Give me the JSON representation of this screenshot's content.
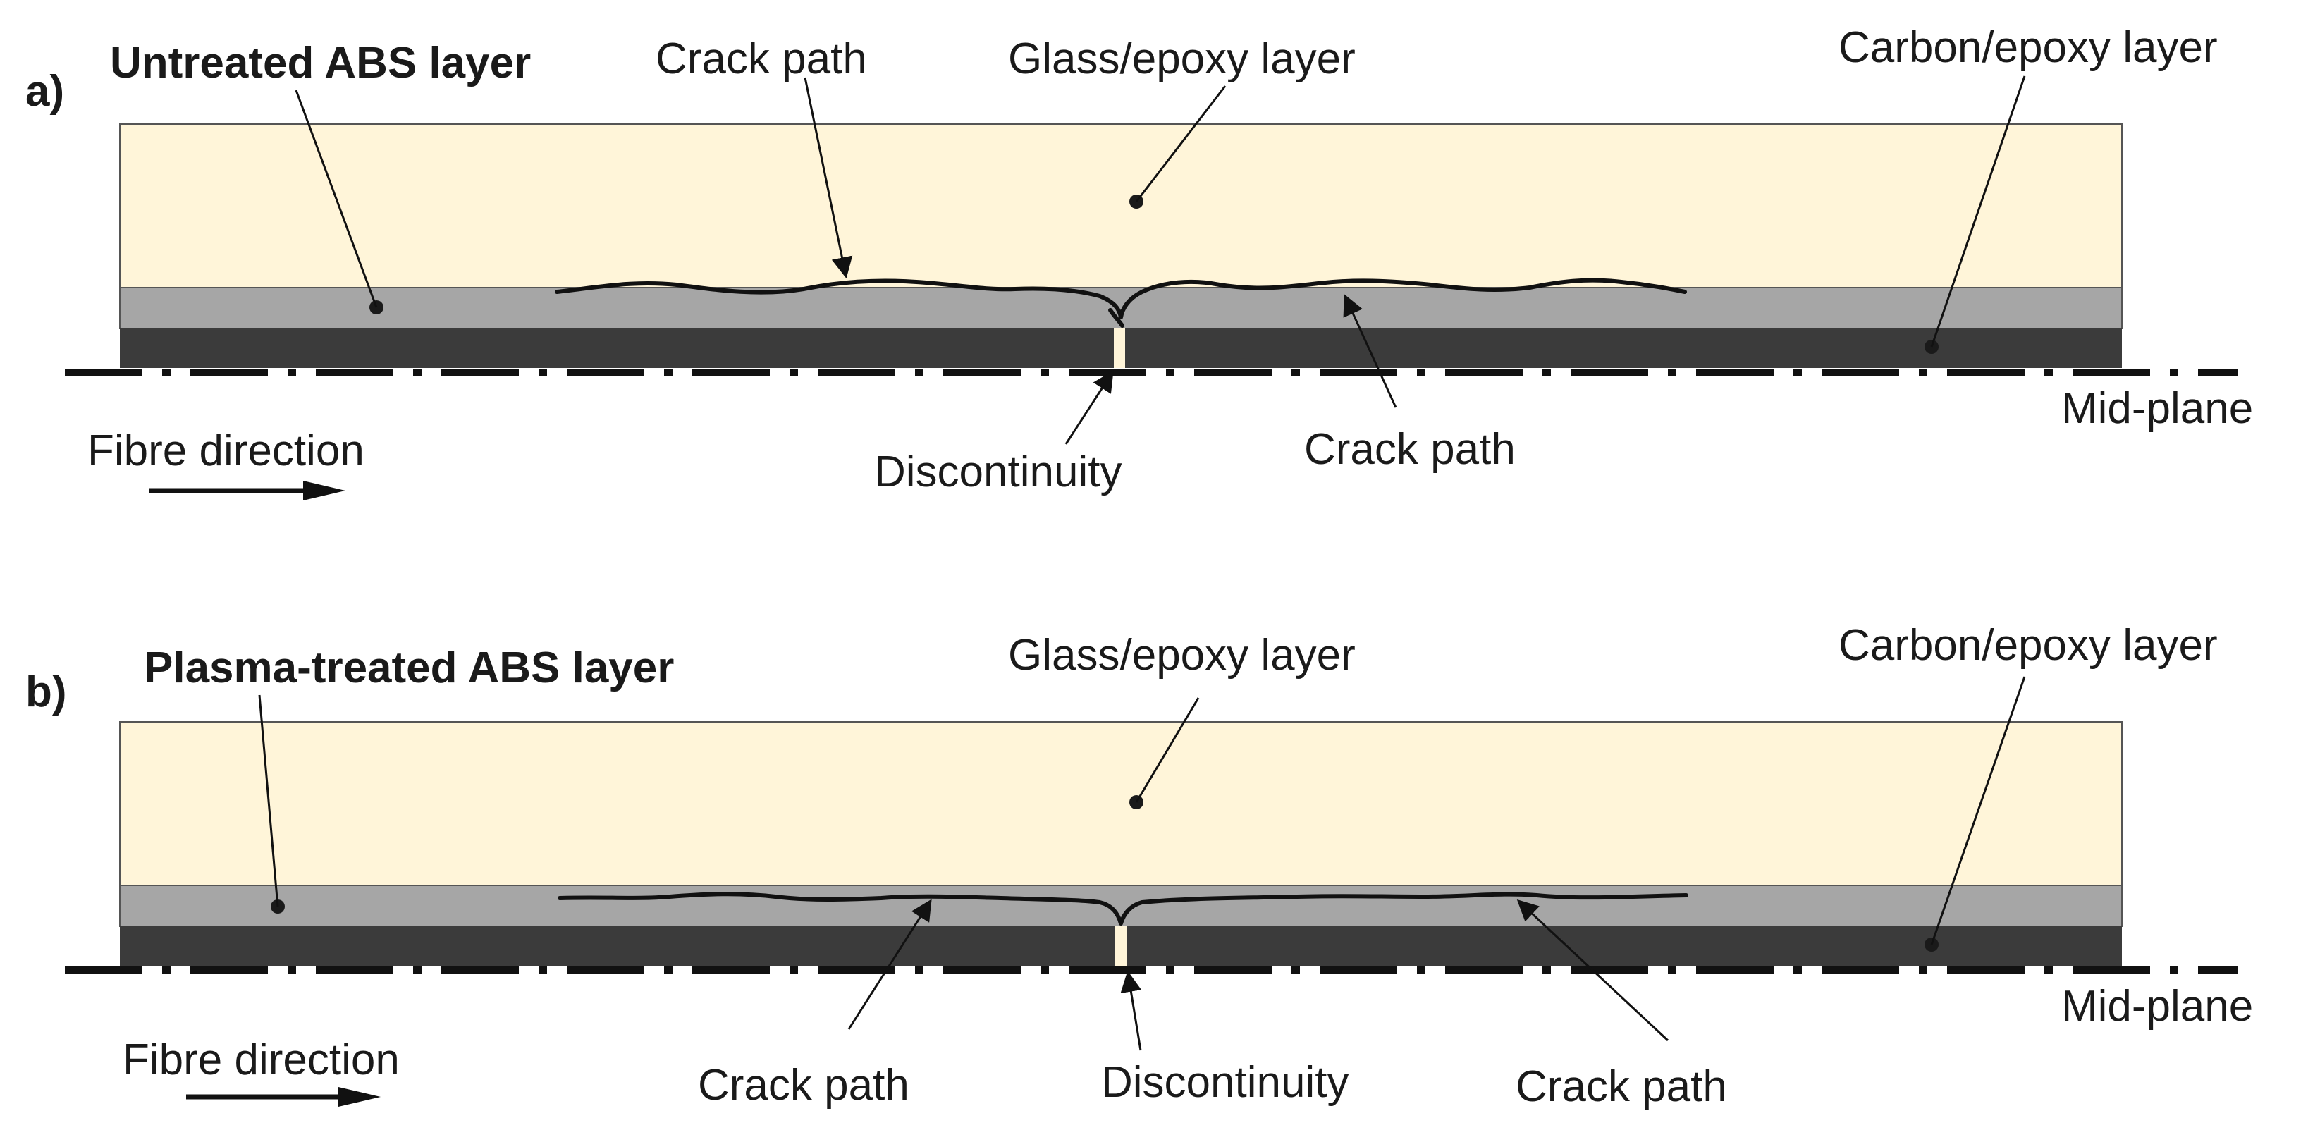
{
  "panel_a": {
    "tag": "a)",
    "abs_label": "Untreated ABS layer",
    "crack_label_top": "Crack path",
    "glass_label": "Glass/epoxy layer",
    "carbon_label": "Carbon/epoxy layer",
    "midplane_label": "Mid-plane",
    "fibre_label": "Fibre direction",
    "discontinuity_label": "Discontinuity",
    "crack_label_bottom": "Crack path"
  },
  "panel_b": {
    "tag": "b)",
    "abs_label": "Plasma-treated ABS layer",
    "glass_label": "Glass/epoxy layer",
    "carbon_label": "Carbon/epoxy layer",
    "midplane_label": "Mid-plane",
    "fibre_label": "Fibre direction",
    "crack_label_left": "Crack path",
    "discontinuity_label": "Discontinuity",
    "crack_label_right": "Crack path"
  },
  "colors": {
    "glass_epoxy": "#fff5d9",
    "abs_layer": "#a6a6a6",
    "carbon_epoxy": "#3b3b3b",
    "outline": "#555555",
    "ink": "#111111"
  }
}
